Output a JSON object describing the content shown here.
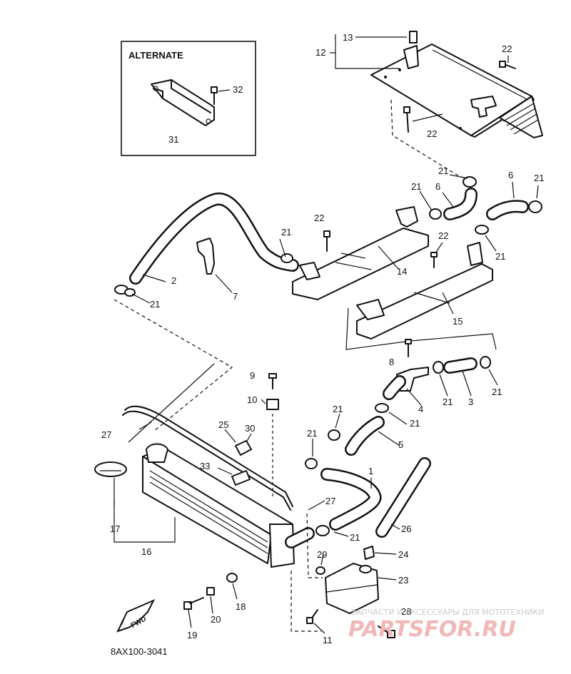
{
  "diagram": {
    "alternate_title": "ALTERNATE",
    "footer_code": "8AX100-3041",
    "fwd_label": "FWD",
    "callouts": {
      "n13": "13",
      "n12": "12",
      "n22a": "22",
      "n22b": "22",
      "n32": "32",
      "n31": "31",
      "n21a": "21",
      "n6a": "6",
      "n21b": "21",
      "n21c": "21",
      "n6b": "6",
      "n21d": "21",
      "n22c": "22",
      "n22d": "22",
      "n21e": "21",
      "n2": "2",
      "n7": "7",
      "n14": "14",
      "n15": "15",
      "n21f": "21",
      "n8": "8",
      "n9": "9",
      "n10": "10",
      "n21g": "21",
      "n3": "3",
      "n21h": "21",
      "n4": "4",
      "n21i": "21",
      "n27a": "27",
      "n25": "25",
      "n30": "30",
      "n21j": "21",
      "n5": "5",
      "n21k": "21",
      "n33": "33",
      "n1": "1",
      "n17": "17",
      "n27b": "27",
      "n26": "26",
      "n21l": "21",
      "n16": "16",
      "n24": "24",
      "n29": "29",
      "n23": "23",
      "n18": "18",
      "n20": "20",
      "n19": "19",
      "n11": "11",
      "n28": "28"
    }
  },
  "watermark": {
    "subtitle": "ЗАПЧАСТИ И АКСЕССУАРЫ ДЛЯ МОТОТЕХНИКИ",
    "logo": "PARTSFOR.RU"
  }
}
